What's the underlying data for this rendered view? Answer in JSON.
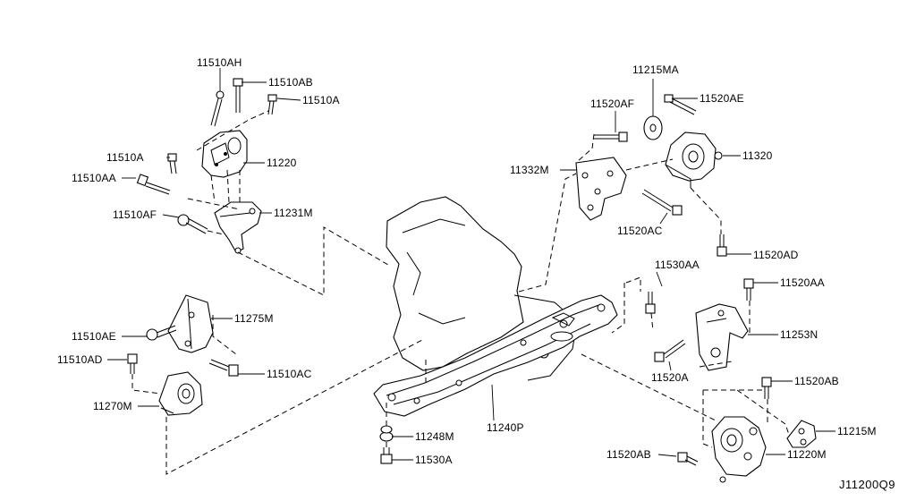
{
  "diagram": {
    "code": "J11200Q9",
    "labels": {
      "p11510AH": "11510AH",
      "p11510AB": "11510AB",
      "p11510A_top": "11510A",
      "p11510A_left": "11510A",
      "p11220": "11220",
      "p11510AA": "11510AA",
      "p11510AF": "11510AF",
      "p11231M": "11231M",
      "p11215MA": "11215MA",
      "p11520AF": "11520AF",
      "p11520AE": "11520AE",
      "p11332M": "11332M",
      "p11320": "11320",
      "p11520AC": "11520AC",
      "p11520AD": "11520AD",
      "p11530AA": "11530AA",
      "p11520AA": "11520AA",
      "p11275M": "11275M",
      "p11510AE": "11510AE",
      "p11253N": "11253N",
      "p11510AD": "11510AD",
      "p11510AC": "11510AC",
      "p11520A": "11520A",
      "p11520AB_right": "11520AB",
      "p11270M": "11270M",
      "p11240P": "11240P",
      "p11215M": "11215M",
      "p11248M": "11248M",
      "p11520AB_bottom": "11520AB",
      "p11220M": "11220M",
      "p11530A": "11530A"
    }
  }
}
